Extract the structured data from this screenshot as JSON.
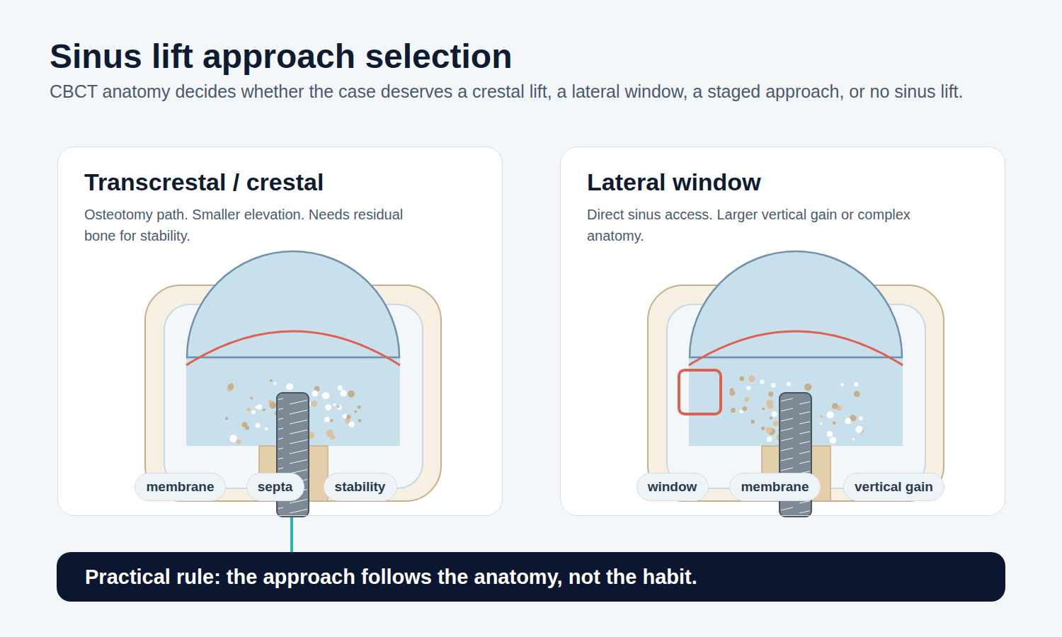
{
  "diagram": {
    "title": "Sinus lift approach selection",
    "caption": "CBCT anatomy decides whether the case deserves a crestal lift, a lateral window, a staged approach, or no sinus lift.",
    "nodes": [
      {
        "text": [
          "Transcrestal / crestal",
          "Osteotomy path. Smaller elevation. Needs residual bone for stability."
        ]
      },
      {
        "text": [
          "membrane"
        ],
        "in": 0
      },
      {
        "text": [
          "septa"
        ],
        "in": 0
      },
      {
        "text": [
          "stability"
        ],
        "in": 0
      },
      {
        "text": [
          "Lateral window",
          "Direct sinus access. Larger vertical gain or complex anatomy."
        ]
      },
      {
        "text": [
          "window"
        ],
        "in": 4
      },
      {
        "text": [
          "membrane"
        ],
        "in": 4
      },
      {
        "text": [
          "vertical gain"
        ],
        "in": 4
      },
      {
        "text": [
          "Practical rule: the approach follows the anatomy, not the habit."
        ]
      }
    ]
  }
}
